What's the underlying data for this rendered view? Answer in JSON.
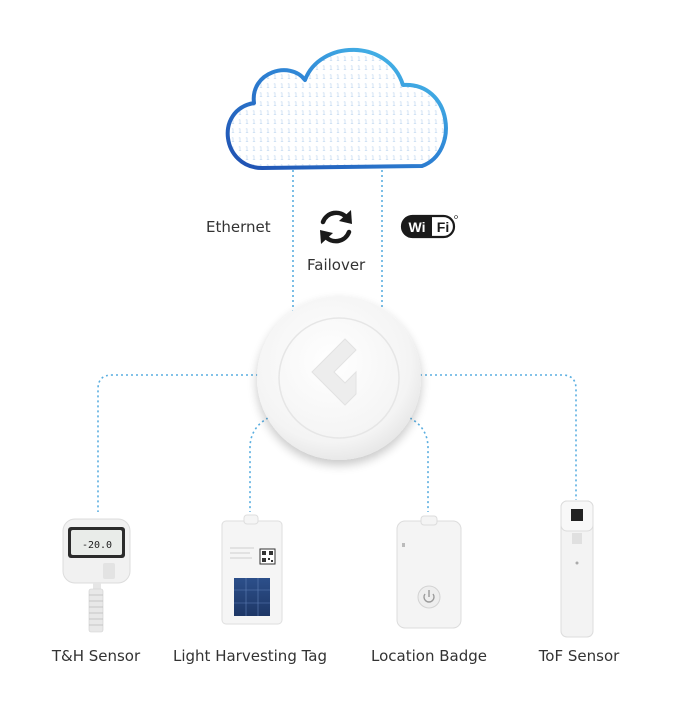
{
  "connections": {
    "ethernet": "Ethernet",
    "failover": "Failover",
    "wifi": "WiFi"
  },
  "devices": [
    {
      "label": "T&H Sensor",
      "display": "-20.0"
    },
    {
      "label": "Light Harvesting Tag"
    },
    {
      "label": "Location Badge"
    },
    {
      "label": "ToF Sensor"
    }
  ],
  "icons": {
    "cloud": "cloud-icon",
    "failover": "sync-arrows-icon",
    "wifi": "wifi-logo-icon",
    "gateway": "gateway-icon"
  },
  "colors": {
    "cloud_dark": "#1f4fb0",
    "cloud_light": "#4ec7ee",
    "dotted_line": "#5aaee0",
    "gateway": "#f2f2f2"
  }
}
